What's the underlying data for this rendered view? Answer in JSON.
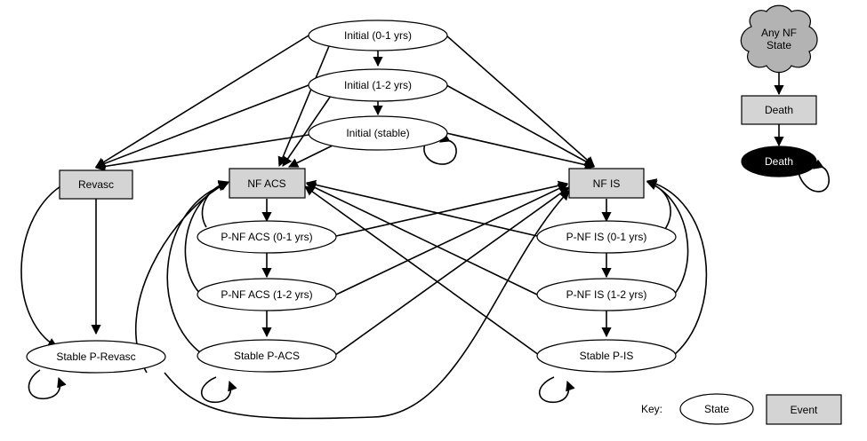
{
  "nodes": {
    "initial_0_1": "Initial (0-1 yrs)",
    "initial_1_2": "Initial (1-2 yrs)",
    "initial_stable": "Initial (stable)",
    "revasc": "Revasc",
    "nf_acs": "NF ACS",
    "nf_is": "NF IS",
    "pnf_acs_0_1": "P-NF ACS (0-1 yrs)",
    "pnf_acs_1_2": "P-NF ACS (1-2 yrs)",
    "stable_pacs": "Stable P-ACS",
    "pnf_is_0_1": "P-NF IS (0-1 yrs)",
    "pnf_is_1_2": "P-NF IS (1-2 yrs)",
    "stable_pis": "Stable P-IS",
    "stable_prevasc": "Stable P-Revasc",
    "any_nf_state_line1": "Any NF",
    "any_nf_state_line2": "State",
    "death_event": "Death",
    "death_state": "Death"
  },
  "key": {
    "label": "Key:",
    "state": "State",
    "event": "Event"
  },
  "colors": {
    "event_fill": "#d4d4d4",
    "cloud_fill": "#b3b3b3",
    "terminal_fill": "#000000"
  }
}
